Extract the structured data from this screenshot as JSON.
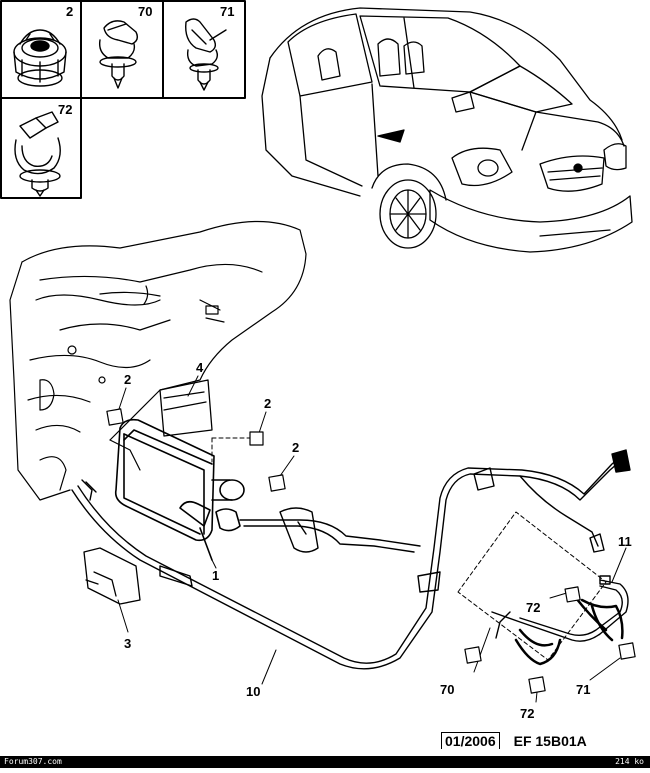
{
  "insets": [
    {
      "id": "inset-2",
      "label": "2"
    },
    {
      "id": "inset-70",
      "label": "70"
    },
    {
      "id": "inset-71",
      "label": "71"
    },
    {
      "id": "inset-72",
      "label": "72"
    }
  ],
  "callouts": {
    "c2a": "2",
    "c2b": "2",
    "c2c": "2",
    "c4": "4",
    "c1": "1",
    "c3": "3",
    "c10": "10",
    "c11": "11",
    "c72a": "72",
    "c72b": "72",
    "c70": "70",
    "c71": "71"
  },
  "stamp": {
    "date": "01/2006",
    "ref": "EF 15B01A"
  },
  "footer": {
    "left": "Forum307.com",
    "right": "214 ko"
  }
}
